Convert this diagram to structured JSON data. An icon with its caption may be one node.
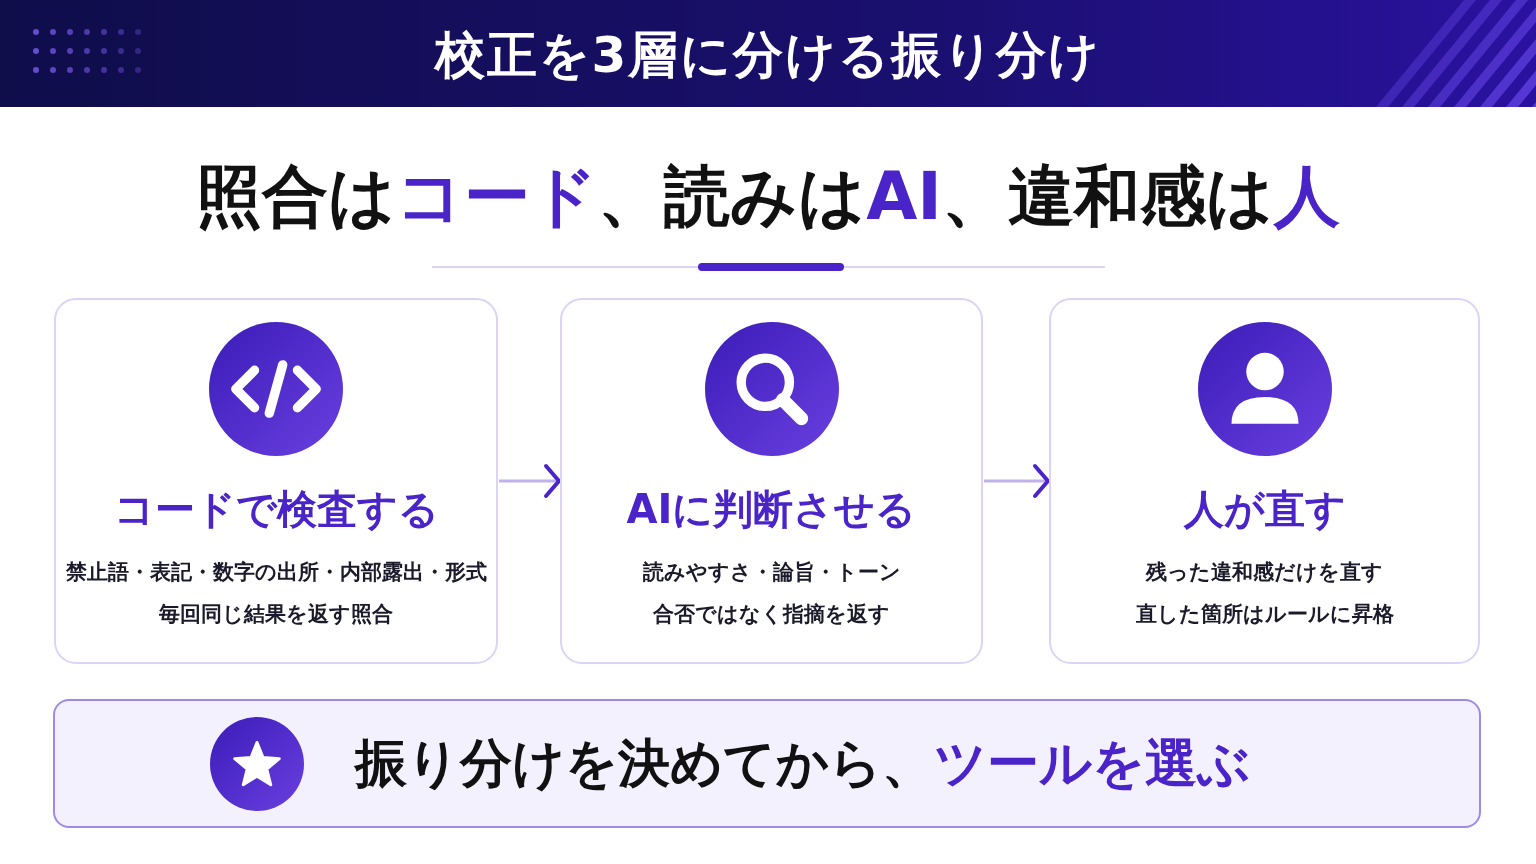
{
  "diagram": {
    "title": "校正を3層に分ける振り分け",
    "nodes": [
      {
        "text": [
          "コードで検査する",
          "禁止語・表記・数字の出所・内部露出・形式",
          "毎回同じ結果を返す照合"
        ]
      },
      {
        "text": [
          "AIに判断させる",
          "読みやすさ・論旨・トーン",
          "合否ではなく指摘を返す"
        ]
      },
      {
        "text": [
          "人が直す",
          "残った違和感だけを直す",
          "直した箇所はルールに昇格"
        ]
      },
      {
        "text": [
          "振り分けを決めてから、**ツールを選ぶ**"
        ]
      }
    ],
    "edges": [
      {
        "from": 0,
        "to": 1,
        "arrow": "to"
      },
      {
        "from": 1,
        "to": 2,
        "arrow": "to"
      }
    ],
    "labels": [
      "照合は**コード**、読みは**AI**、違和感は**人**"
    ]
  }
}
